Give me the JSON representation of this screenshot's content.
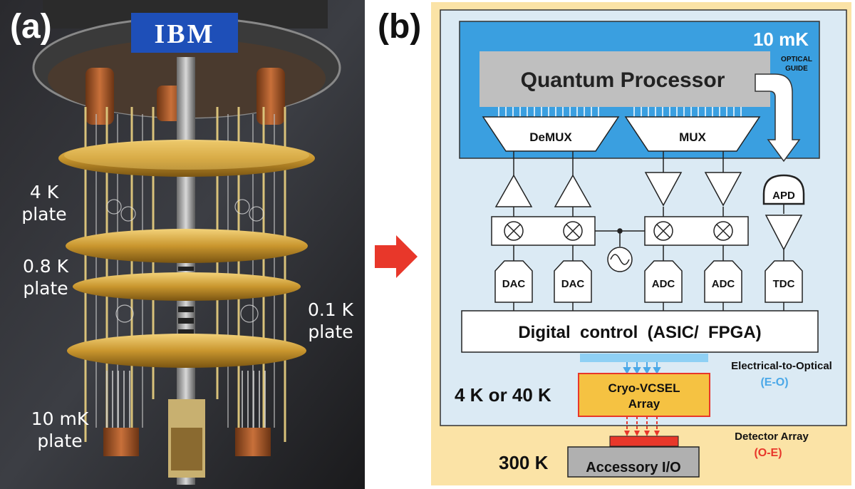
{
  "panel_a": {
    "label": "(a)",
    "logo": "IBM",
    "plates": [
      {
        "line1": "4 K",
        "line2": "plate"
      },
      {
        "line1": "0.8 K",
        "line2": "plate"
      },
      {
        "line1": "0.1 K",
        "line2": "plate"
      },
      {
        "line1": "10 mK",
        "line2": "plate"
      }
    ]
  },
  "panel_b": {
    "label": "(b)",
    "stage_10mk": "10 mK",
    "optical_guide_1": "OPTICAL",
    "optical_guide_2": "GUIDE",
    "quantum_processor": "Quantum Processor",
    "demux": "DeMUX",
    "mux": "MUX",
    "apd": "APD",
    "dac": "DAC",
    "adc": "ADC",
    "tdc": "TDC",
    "digital_control": "Digital  control  (ASIC/  FPGA)",
    "eo_label": "Electrical-to-Optical",
    "eo_abbr": "(E-O)",
    "stage_4k": "4 K or 40 K",
    "vcsel_1": "Cryo-VCSEL",
    "vcsel_2": "Array",
    "detector_label": "Detector Array",
    "oe_abbr": "(O-E)",
    "stage_300k": "300 K",
    "accessory_io": "Accessory I/O"
  },
  "colors": {
    "stage_300k_bg": "#fbe3a6",
    "stage_4k_bg": "#dbeaf4",
    "stage_10mk_bg": "#3a9fe0",
    "processor_gray": "#bfbfbf",
    "vcsel_orange": "#f5c242",
    "vcsel_border": "#e8372a",
    "eo_blue": "#4aa8e8",
    "oe_red": "#e8372a",
    "arrow_red": "#e8372a"
  }
}
